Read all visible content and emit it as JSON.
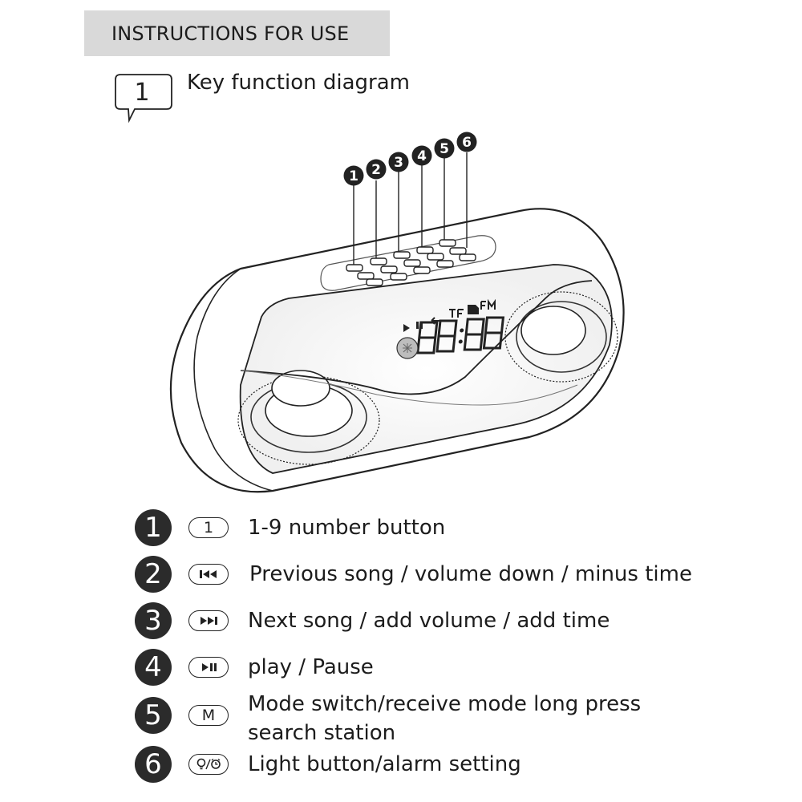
{
  "header": {
    "title": "INSTRUCTIONS FOR USE",
    "step_number": "1",
    "subtitle": "Key function diagram"
  },
  "diagram": {
    "callouts": [
      "1",
      "2",
      "3",
      "4",
      "5",
      "6"
    ]
  },
  "legend": [
    {
      "number": "1",
      "key_icon": "number-one-key-icon",
      "key_glyph": "1",
      "text": "1-9 number button"
    },
    {
      "number": "2",
      "key_icon": "previous-track-icon",
      "key_glyph": "",
      "text": "Previous song / volume down / minus time"
    },
    {
      "number": "3",
      "key_icon": "next-track-icon",
      "key_glyph": "",
      "text": "Next song / add volume / add time"
    },
    {
      "number": "4",
      "key_icon": "play-pause-icon",
      "key_glyph": "",
      "text": "play / Pause"
    },
    {
      "number": "5",
      "key_icon": "mode-key-icon",
      "key_glyph": "M",
      "text": "Mode switch/receive mode long press",
      "text_line2": "search station"
    },
    {
      "number": "6",
      "key_icon": "light-alarm-icon",
      "key_glyph": "",
      "text": "Light button/alarm setting"
    }
  ],
  "colors": {
    "banner_bg": "#d9d9d9",
    "badge_fill": "#2b2b2b",
    "line": "#222222"
  }
}
